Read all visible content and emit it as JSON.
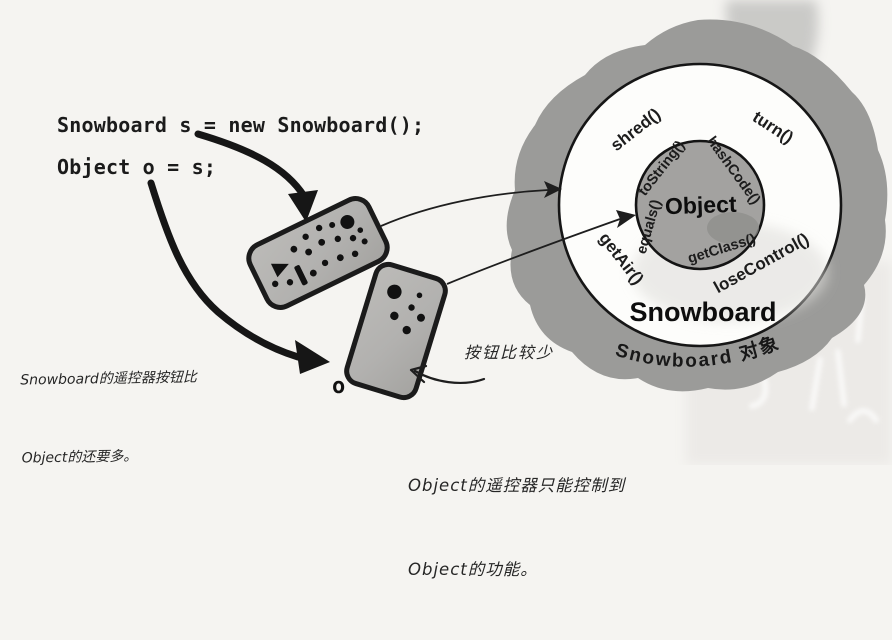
{
  "code": {
    "line1": "Snowboard s = new Snowboard();",
    "line2": "Object o = s;"
  },
  "notes": {
    "left_line1": "Snowboard的遥控器按钮比",
    "left_line2": "Object的还要多。",
    "few_buttons": "按钮比较少",
    "bottom_line1": "Object的遥控器只能控制到",
    "bottom_line2": "Object的功能。"
  },
  "labels": {
    "o_remote": "o"
  },
  "diagram": {
    "outer_class": "Snowboard",
    "inner_class": "Object",
    "blob_caption": "Snowboard 对象",
    "snowboard_methods": [
      "shred()",
      "turn()",
      "getAir()",
      "loseControl()"
    ],
    "object_methods": [
      "toString()",
      "hashCode()",
      "equals()",
      "getClass()"
    ]
  },
  "colors": {
    "paper": "#f5f4f1",
    "blob_gray": "#9b9b99",
    "inner_circle_gray": "#a3a2a0",
    "remote_gray": "#b2b1af",
    "ink": "#1b1b1b"
  }
}
